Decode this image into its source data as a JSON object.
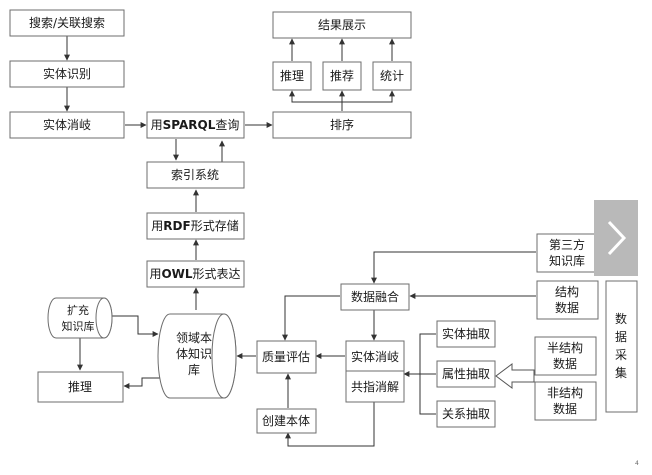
{
  "search": "搜索/关联搜索",
  "entity_recognition": "实体识别",
  "entity_disambiguation_top": "实体消岐",
  "sparql_prefix": "用",
  "sparql_bold": "SPARQL",
  "sparql_suffix": "查询",
  "results_display": "结果展示",
  "reasoning_top": "推理",
  "recommendation": "推荐",
  "statistics": "统计",
  "ranking": "排序",
  "index_system": "索引系统",
  "rdf_prefix": "用",
  "rdf_bold": "RDF",
  "rdf_suffix": "形式存储",
  "owl_prefix": "用",
  "owl_bold": "OWL",
  "owl_suffix": "形式表达",
  "third_party_kb": [
    "第三方",
    "知识库"
  ],
  "structured_data": [
    "结构",
    "数据"
  ],
  "semi_structured_data": [
    "半结构",
    "数据"
  ],
  "unstructured_data": [
    "非结构",
    "数据"
  ],
  "data_collection": [
    "数",
    "据",
    "采",
    "集"
  ],
  "data_fusion": "数据融合",
  "expanded_kb": [
    "扩充",
    "知识库"
  ],
  "domain_ontology_kb": [
    "领域本",
    "体知识",
    "库"
  ],
  "quality_assessment": "质量评估",
  "entity_disambiguation": "实体消岐",
  "coreference_resolution": "共指消解",
  "entity_extraction": "实体抽取",
  "attribute_extraction": "属性抽取",
  "relation_extraction": "关系抽取",
  "reasoning_bottom": "推理",
  "build_ontology": "创建本体",
  "page_mark": "4",
  "next_icon": "chevron-right-icon"
}
